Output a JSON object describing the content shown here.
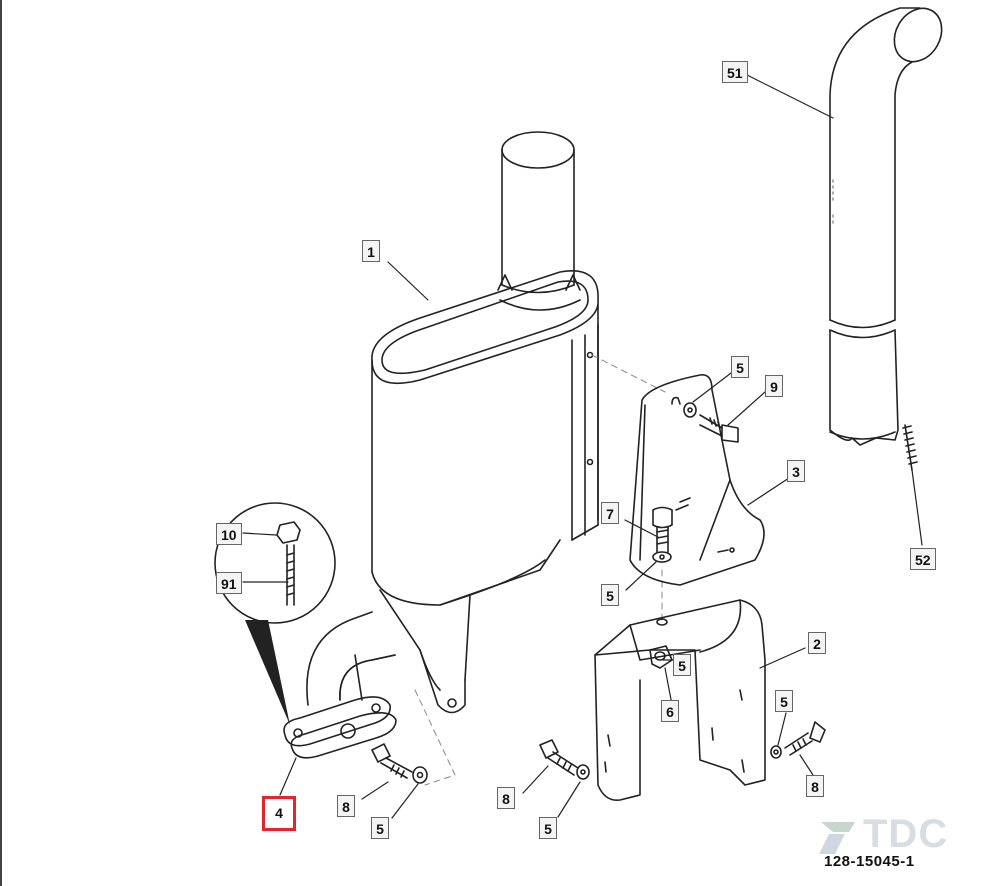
{
  "callouts": {
    "c1": "1",
    "c2": "2",
    "c3": "3",
    "c4": "4",
    "c5a": "5",
    "c5b": "5",
    "c5c": "5",
    "c5d": "5",
    "c5e": "5",
    "c5f": "5",
    "c6": "6",
    "c7": "7",
    "c8a": "8",
    "c8b": "8",
    "c8c": "8",
    "c9": "9",
    "c10": "10",
    "c51": "51",
    "c52": "52",
    "c91": "91"
  },
  "selected_callout": "4",
  "figure_id": "128-15045-1",
  "logo": {
    "text": "TDC",
    "icon": "tdc-logo-icon"
  },
  "colors": {
    "selection": "#e0262e",
    "line": "#222222",
    "logo": "#d9dde3"
  }
}
